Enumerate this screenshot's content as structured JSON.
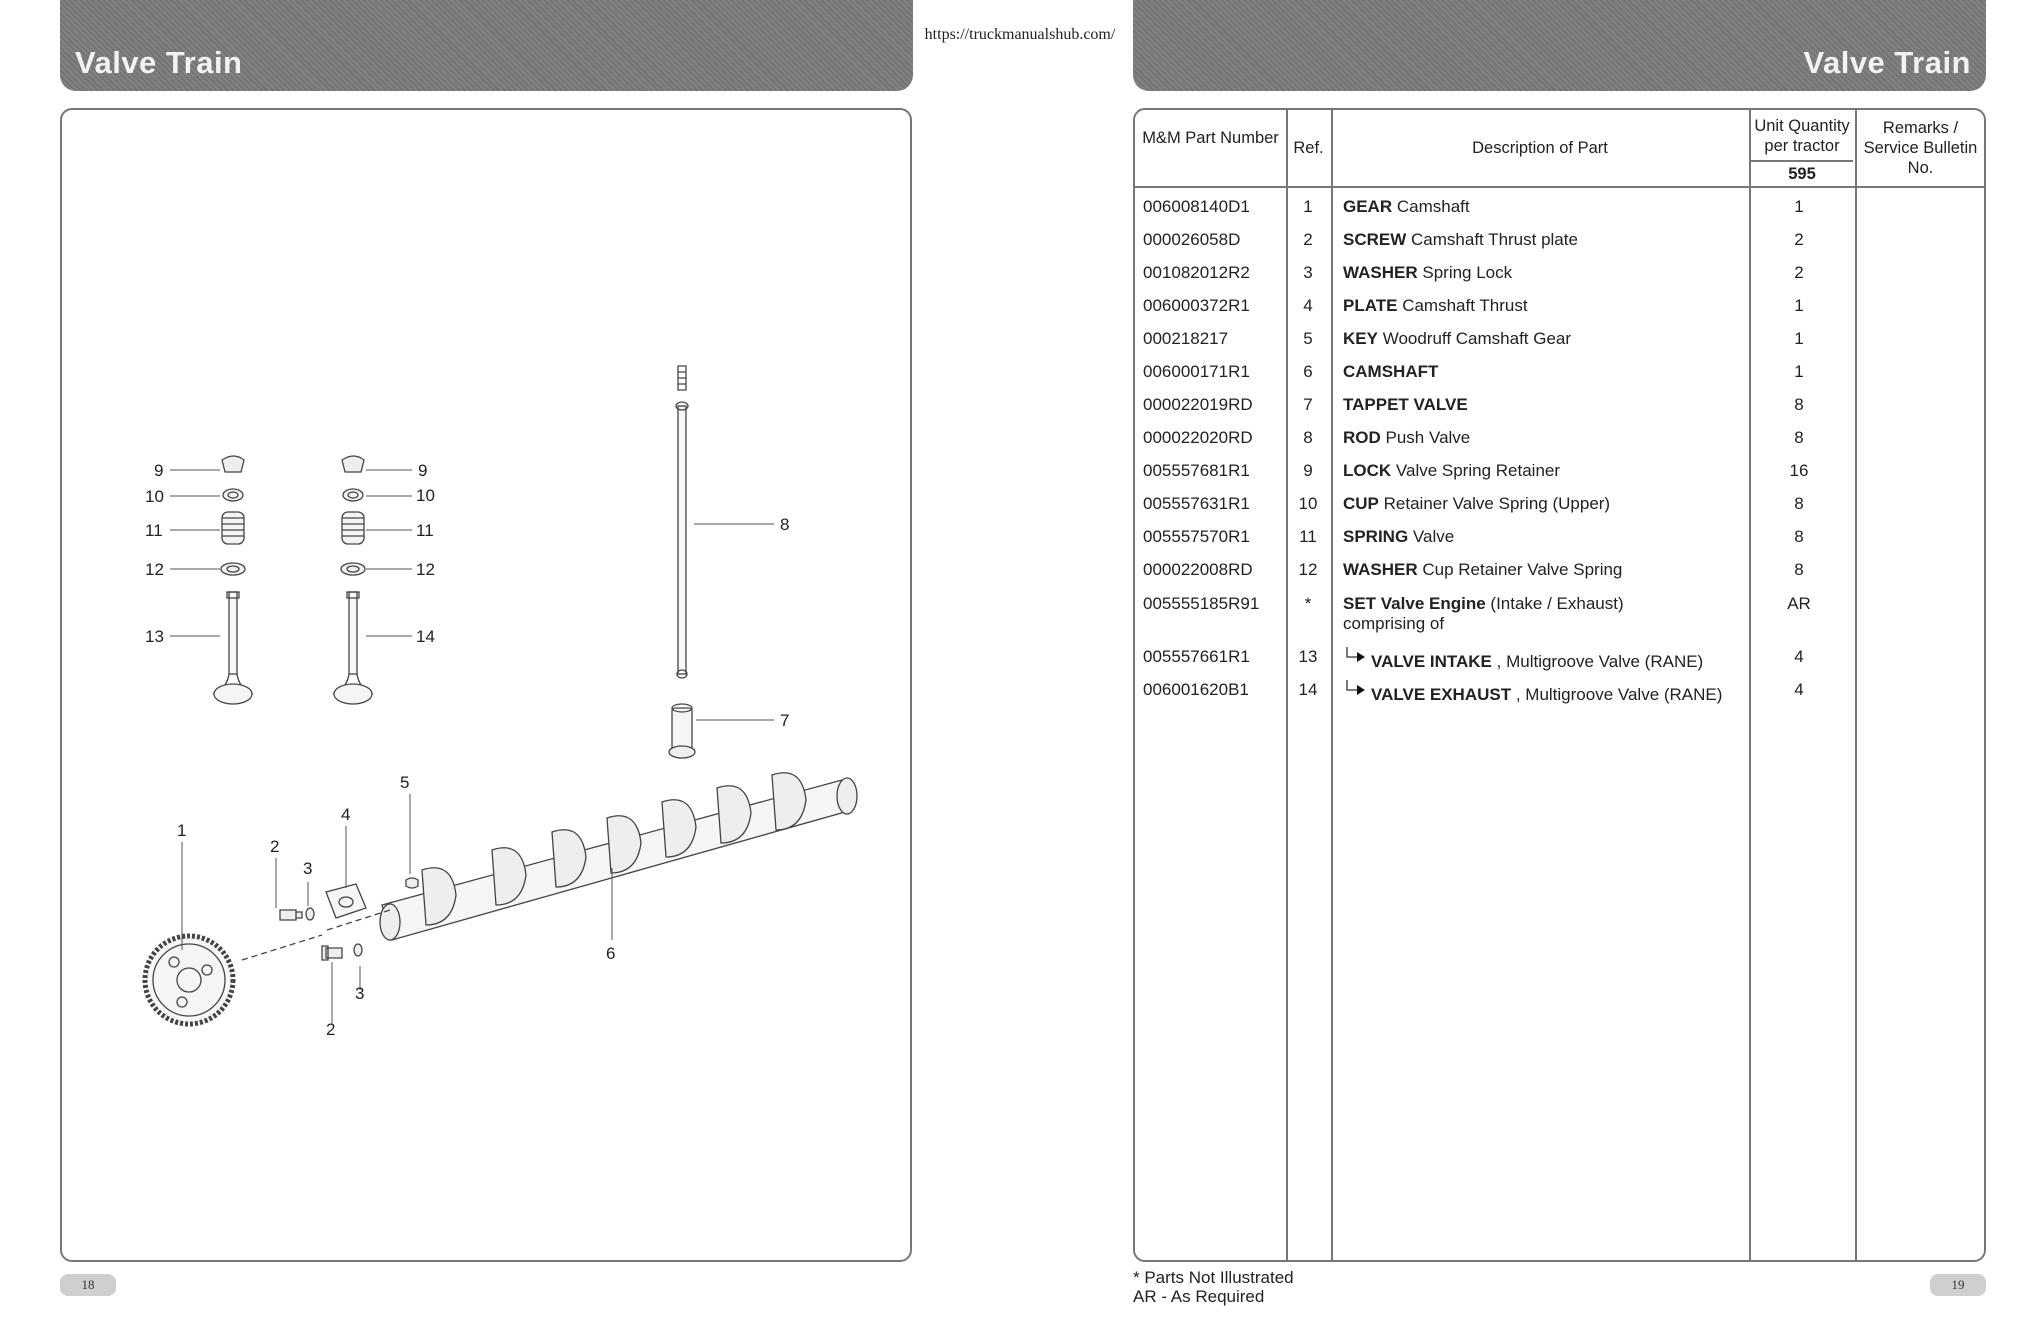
{
  "url": "https://truckmanualshub.com/",
  "left_page": {
    "title": "Valve Train",
    "page_number": "18"
  },
  "right_page": {
    "title": "Valve Train",
    "page_number": "19"
  },
  "diagram": {
    "callouts": [
      "9",
      "10",
      "11",
      "12",
      "13",
      "9",
      "10",
      "11",
      "12",
      "14",
      "8",
      "7",
      "5",
      "1",
      "2",
      "3",
      "4",
      "6",
      "3",
      "2"
    ]
  },
  "table": {
    "headers": {
      "part_number": "M&M Part Number",
      "ref": "Ref.",
      "description": "Description of Part",
      "unit_quantity": "Unit Quantity per tractor",
      "model": "595",
      "remarks": "Remarks / Service Bulletin No."
    },
    "rows": [
      {
        "part": "006008140D1",
        "ref": "1",
        "bold": "GEAR",
        "desc": "Camshaft",
        "qty": "1"
      },
      {
        "part": "000026058D",
        "ref": "2",
        "bold": "SCREW",
        "desc": "Camshaft Thrust plate",
        "qty": "2"
      },
      {
        "part": "001082012R2",
        "ref": "3",
        "bold": "WASHER",
        "desc": "Spring Lock",
        "qty": "2"
      },
      {
        "part": "006000372R1",
        "ref": "4",
        "bold": "PLATE",
        "desc": "Camshaft Thrust",
        "qty": "1"
      },
      {
        "part": "000218217",
        "ref": "5",
        "bold": "KEY",
        "desc": "Woodruff Camshaft Gear",
        "qty": "1"
      },
      {
        "part": "006000171R1",
        "ref": "6",
        "bold": "CAMSHAFT",
        "desc": "",
        "qty": "1"
      },
      {
        "part": "000022019RD",
        "ref": "7",
        "bold": "TAPPET VALVE",
        "desc": "",
        "qty": "8"
      },
      {
        "part": "000022020RD",
        "ref": "8",
        "bold": "ROD",
        "desc": "Push Valve",
        "qty": "8"
      },
      {
        "part": "005557681R1",
        "ref": "9",
        "bold": "LOCK",
        "desc": "Valve Spring Retainer",
        "qty": "16"
      },
      {
        "part": "005557631R1",
        "ref": "10",
        "bold": "CUP",
        "desc": "Retainer Valve Spring (Upper)",
        "qty": "8"
      },
      {
        "part": "005557570R1",
        "ref": "11",
        "bold": "SPRING",
        "desc": "Valve",
        "qty": "8"
      },
      {
        "part": "000022008RD",
        "ref": "12",
        "bold": "WASHER",
        "desc": "Cup Retainer Valve Spring",
        "qty": "8"
      },
      {
        "part": "005555185R91",
        "ref": "*",
        "bold": "SET Valve Engine",
        "desc": "(Intake / Exhaust)",
        "desc2": "comprising of",
        "qty": "AR"
      },
      {
        "part": "005557661R1",
        "ref": "13",
        "bold": "VALVE INTAKE",
        "desc": ", Multigroove Valve (RANE)",
        "qty": "4"
      },
      {
        "part": "006001620B1",
        "ref": "14",
        "bold": "VALVE  EXHAUST",
        "desc": ", Multigroove Valve (RANE)",
        "qty": "4"
      }
    ]
  },
  "notes": {
    "line1": "* Parts Not Illustrated",
    "line2": "AR - As Required"
  }
}
